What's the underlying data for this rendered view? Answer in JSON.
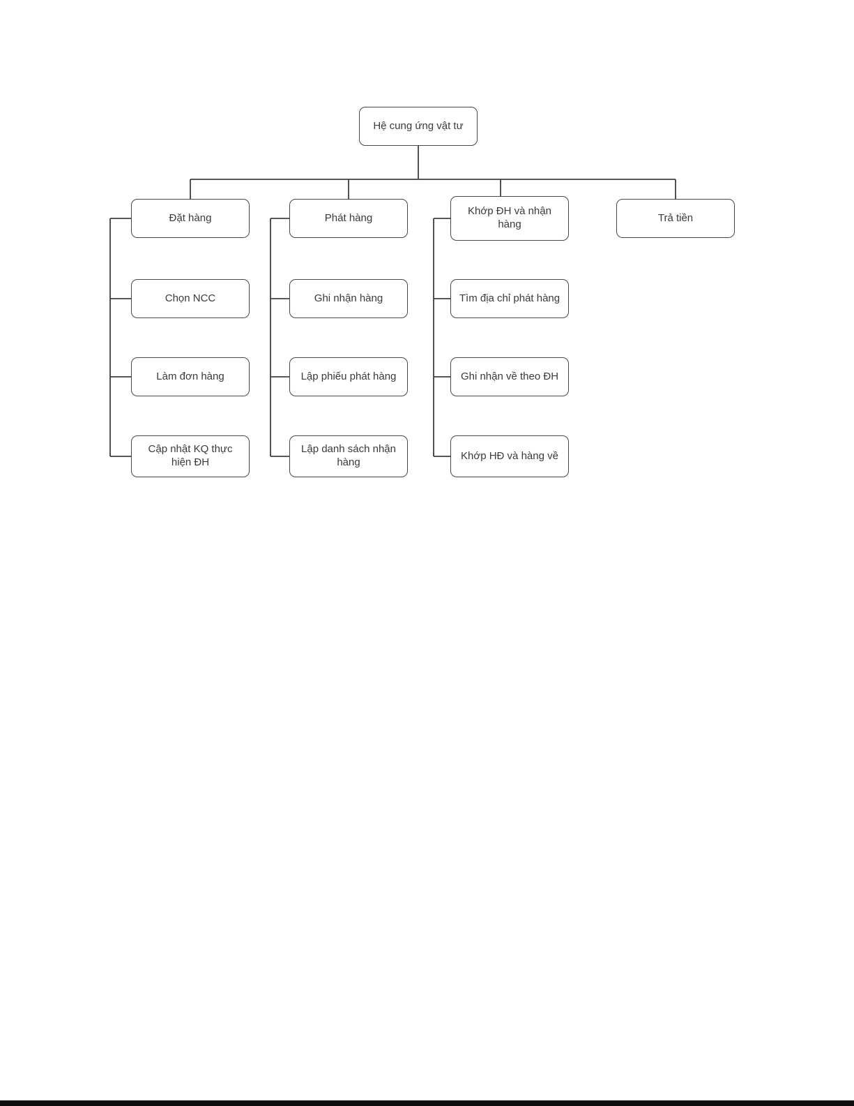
{
  "diagram": {
    "root": {
      "label": "Hệ cung ứng vật tư"
    },
    "branches": [
      {
        "label": "Đặt hàng",
        "children": [
          {
            "label": "Chọn NCC"
          },
          {
            "label": "Làm đơn hàng"
          },
          {
            "label": "Cập nhật KQ thực hiện ĐH"
          }
        ]
      },
      {
        "label": "Phát hàng",
        "children": [
          {
            "label": "Ghi nhận hàng"
          },
          {
            "label": "Lập phiếu phát hàng"
          },
          {
            "label": "Lập danh sách nhận hàng"
          }
        ]
      },
      {
        "label": "Khớp ĐH và nhận hàng",
        "children": [
          {
            "label": "Tìm địa chỉ phát hàng"
          },
          {
            "label": "Ghi nhận về theo ĐH"
          },
          {
            "label": "Khớp HĐ và hàng về"
          }
        ]
      },
      {
        "label": "Trả tiền",
        "children": []
      }
    ],
    "colors": {
      "line": "#3f3f3f",
      "box_border": "#474747",
      "text": "#3a3a3a",
      "bottom_bar": "#0f0f0f"
    }
  }
}
